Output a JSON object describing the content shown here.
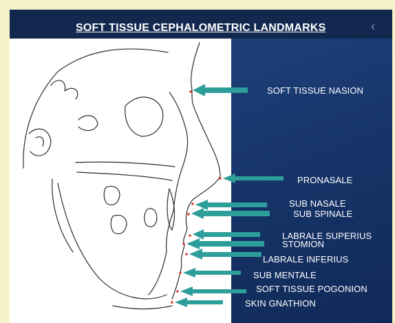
{
  "title": "SOFT TISSUE CEPHALOMETRIC  LANDMARKS",
  "nav_icon": "chevron-left-icon",
  "colors": {
    "background": "#f7f2c9",
    "slide": "#173466",
    "arrow": "#2e9e9a",
    "label": "#ffffff",
    "point": "#d83a3a"
  },
  "landmarks": [
    {
      "id": "soft-tissue-nasion",
      "label": "SOFT TISSUE NASION"
    },
    {
      "id": "pronasale",
      "label": "PRONASALE"
    },
    {
      "id": "sub-nasale",
      "label": "SUB NASALE"
    },
    {
      "id": "sub-spinale",
      "label": "SUB SPINALE"
    },
    {
      "id": "labrale-superius",
      "label": "LABRALE SUPERIUS"
    },
    {
      "id": "stomion",
      "label": "STOMION"
    },
    {
      "id": "labrale-inferius",
      "label": "LABRALE INFERIUS"
    },
    {
      "id": "sub-mentale",
      "label": "SUB MENTALE"
    },
    {
      "id": "soft-tissue-pogonion",
      "label": "SOFT TISSUE POGONION"
    },
    {
      "id": "skin-gnathion",
      "label": "SKIN GNATHION"
    }
  ]
}
